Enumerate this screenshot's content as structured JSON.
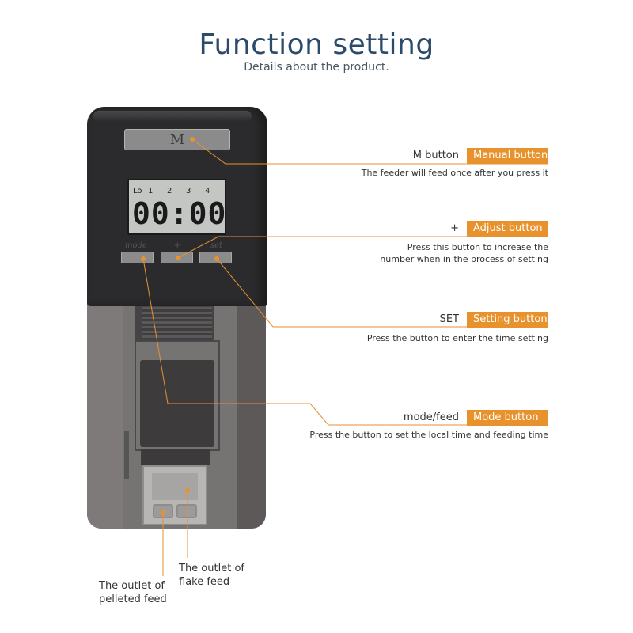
{
  "header": {
    "title": "Function setting",
    "subtitle": "Details about the product."
  },
  "device": {
    "m_button_label": "M",
    "lcd_slots": [
      "Lo",
      "1",
      "2",
      "3",
      "4"
    ],
    "lcd_time": "00:00",
    "button_labels": {
      "mode": "mode",
      "plus": "+",
      "set": "set"
    }
  },
  "callouts": [
    {
      "name": "M button",
      "tag": "Manual button",
      "description": "The feeder will feed once after you press it"
    },
    {
      "name": "+",
      "tag": "Adjust button",
      "description_lines": [
        "Press this button to increase the",
        "number when in the process of setting"
      ]
    },
    {
      "name": "SET",
      "tag": "Setting button",
      "description": "Press the button to enter the time setting"
    },
    {
      "name": "mode/feed",
      "tag": "Mode button",
      "description": "Press the button to set the local time and feeding time"
    }
  ],
  "outlets": {
    "flake": [
      "The outlet of",
      "flake feed"
    ],
    "pelleted": [
      "The outlet of",
      "pelleted feed"
    ]
  },
  "colors": {
    "accent": "#e8922e",
    "title": "#2c4a6a"
  }
}
